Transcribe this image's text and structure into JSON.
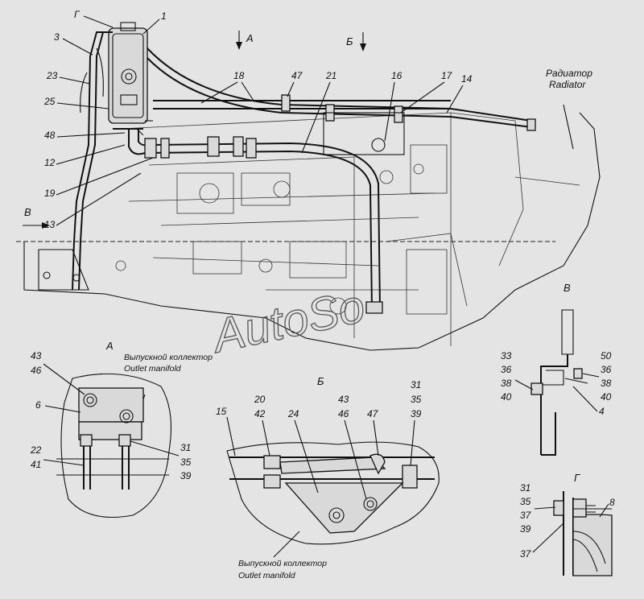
{
  "labels": {
    "callouts_main": [
      "Г",
      "1",
      "3",
      "23",
      "25",
      "48",
      "12",
      "19",
      "13",
      "18",
      "47",
      "21",
      "16",
      "17",
      "14"
    ],
    "view_arrows": {
      "a": "А",
      "b": "Б",
      "v": "В"
    },
    "radiator": {
      "ru": "Радиатор",
      "en": "Radiator"
    },
    "view_a": {
      "title": "А",
      "manifold_ru": "Выпускной коллектор",
      "manifold_en": "Outlet manifold",
      "callouts": [
        "43",
        "46",
        "6",
        "22",
        "41",
        "31",
        "35",
        "39"
      ]
    },
    "view_b": {
      "title": "Б",
      "manifold_ru": "Выпускной коллектор",
      "manifold_en": "Outlet manifold",
      "callouts": [
        "15",
        "20",
        "42",
        "24",
        "43",
        "46",
        "47",
        "31",
        "35",
        "39"
      ]
    },
    "view_v": {
      "title": "В",
      "callouts": [
        "33",
        "36",
        "38",
        "40",
        "50",
        "36",
        "38",
        "40",
        "4"
      ]
    },
    "view_g": {
      "title": "Г",
      "callouts": [
        "31",
        "35",
        "37",
        "39",
        "8",
        "37"
      ]
    },
    "watermark": "AutoSo"
  }
}
